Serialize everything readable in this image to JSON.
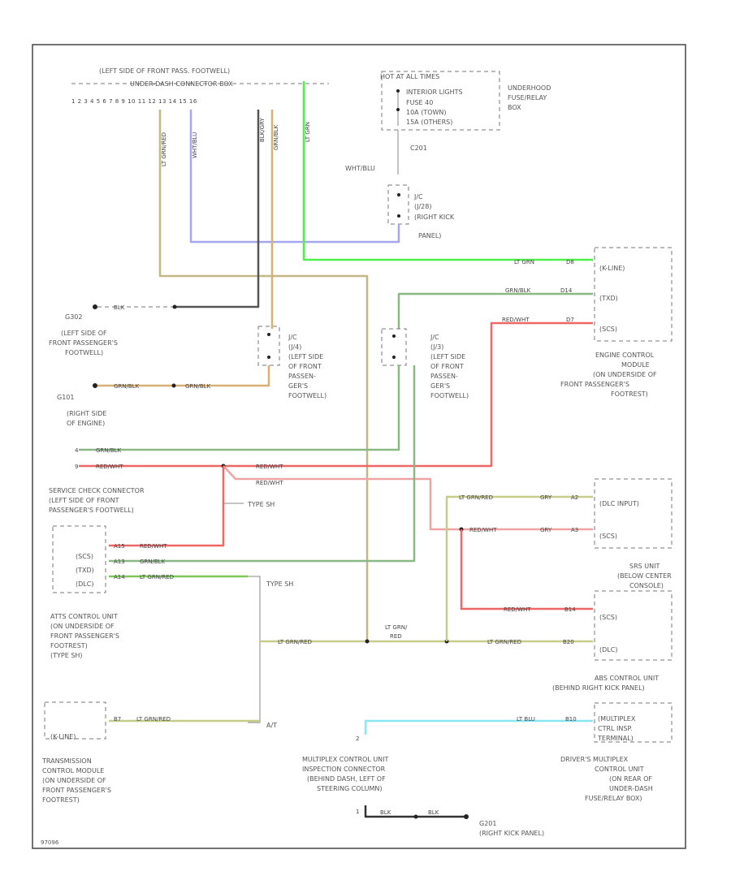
{
  "labels": {
    "left_fusebox_top": "(LEFT SIDE OF FRONT PASS. FOOTWELL)",
    "under_dash_connector": "UNDER-DASH CONNECTOR BOX",
    "pins": "1 2 3 4 5 6 7 8 9 10 11 12 13 14 15 16",
    "hot_at_all_times": "HOT AT ALL TIMES",
    "fuse_line1": "INTERIOR LIGHTS",
    "fuse_line2": "FUSE 40",
    "fuse_line3": "10A (TOWN)",
    "fuse_line4": "15A (OTHERS)",
    "fusebox_l1": "UNDERHOOD",
    "fusebox_l2": "FUSE/RELAY",
    "fusebox_l3": "BOX",
    "c201": "C201",
    "wht_blu": "WHT/BLU",
    "jc_right_l1": "J/C",
    "jc_right_l2": "(J/28)",
    "jc_right_l3": "(RIGHT KICK",
    "jc_right_l4": "PANEL)",
    "wire_lt_grn_ecm": "LT GRN",
    "pin_ecm_1": "D8",
    "wire_grn_blk_ecm": "GRN/BLK",
    "pin_ecm_2": "D14",
    "wire_red_wht_ecm": "RED/WHT",
    "pin_ecm_3": "D7",
    "ecm_pin_a": "(K-LINE)",
    "ecm_pin_b": "(TXD)",
    "ecm_pin_c": "(SCS)",
    "ecm_l1": "ENGINE CONTROL",
    "ecm_l2": "MODULE",
    "ecm_l3": "(ON UNDERSIDE OF",
    "ecm_l4": "FRONT PASSENGER'S",
    "ecm_l5": "FOOTREST)",
    "g302": "G302",
    "wire_blk": "BLK",
    "g302_l1": "(LEFT SIDE OF",
    "g302_l2": "FRONT PASSENGER'S",
    "g302_l3": "FOOTWELL)",
    "jc_a_l1": "J/C",
    "jc_a_l2": "(J/4)",
    "jc_a_l3": "(LEFT SIDE",
    "jc_a_l4": "OF FRONT",
    "jc_a_l5": "PASSEN-",
    "jc_a_l6": "GER'S",
    "jc_a_l7": "FOOTWELL)",
    "jc_b_l1": "J/C",
    "jc_b_l2": "(J/3)",
    "jc_b_l3": "(LEFT SIDE",
    "jc_b_l4": "OF FRONT",
    "jc_b_l5": "PASSEN-",
    "jc_b_l6": "GER'S",
    "jc_b_l7": "FOOTWELL)",
    "g101": "G101",
    "wire_grn_blk_g101a": "GRN/BLK",
    "wire_grn_blk_g101b": "GRN/BLK",
    "g101_l1": "(RIGHT SIDE",
    "g101_l2": "OF ENGINE)",
    "pin_scc_4": "4",
    "wire_grn_blk_scc": "GRN/BLK",
    "pin_scc_9": "9",
    "wire_red_wht_scc": "RED/WHT",
    "wire_red_wht_mid1": "RED/WHT",
    "wire_red_wht_mid2": "RED/WHT",
    "scc_l1": "SERVICE CHECK CONNECTOR",
    "scc_l2": "(LEFT SIDE OF FRONT",
    "scc_l3": "PASSENGER'S FOOTWELL)",
    "type_sh_1": "TYPE SH",
    "atts_pin_a": "(SCS)",
    "atts_pin_b": "(TXD)",
    "atts_pin_c": "(DLC)",
    "atts_pa": "A15",
    "atts_pb": "A13",
    "atts_pc": "A14",
    "wire_red_wht_atts": "RED/WHT",
    "wire_grn_blk_atts": "GRN/BLK",
    "wire_ltgrn_red_atts": "LT GRN/RED",
    "type_sh_2": "TYPE SH",
    "atts_l1": "ATTS CONTROL UNIT",
    "atts_l2": "(ON UNDERSIDE OF",
    "atts_l3": "FRONT PASSENGER'S",
    "atts_l4": "FOOTREST)",
    "atts_l5": "(TYPE SH)",
    "wire_ltgrn_red_bus": "LT GRN/RED",
    "wire_ltgrn_red_mid_l1": "LT GRN/",
    "wire_ltgrn_red_mid_l2": "RED",
    "wire_ltgrn_red_abs": "LT GRN/RED",
    "pin_abs_b20": "B20",
    "wire_ltgrn_red_srs": "LT GRN/RED",
    "wire_gry_srs_1": "GRY",
    "pin_srs_a2": "A2",
    "wire_red_wht_srs": "RED/WHT",
    "wire_gry_srs_2": "GRY",
    "pin_srs_a3": "A3",
    "srs_pin_a": "(DLC INPUT)",
    "srs_pin_b": "(SCS)",
    "srs_l1": "SRS UNIT",
    "srs_l2": "(BELOW CENTER",
    "srs_l3": "CONSOLE)",
    "wire_red_wht_abs": "RED/WHT",
    "pin_abs_b14": "B14",
    "abs_pin_a": "(SCS)",
    "abs_pin_b": "(DLC)",
    "abs_l1": "ABS CONTROL UNIT",
    "abs_l2": "(BEHIND RIGHT KICK PANEL)",
    "tcm_pin": "(K-LINE)",
    "pin_tcm": "B7",
    "wire_ltgrn_red_tcm": "LT GRN/RED",
    "at_label": "A/T",
    "tcm_l1": "TRANSMISSION",
    "tcm_l2": "CONTROL MODULE",
    "tcm_l3": "(ON UNDERSIDE OF",
    "tcm_l4": "FRONT PASSENGER'S",
    "tcm_l5": "FOOTREST)",
    "mcu_pin2": "2",
    "mcu_pin1": "1",
    "wire_blk_g201a": "BLK",
    "wire_blk_g201b": "BLK",
    "mcu_l1": "MULTIPLEX CONTROL UNIT",
    "mcu_l2": "INSPECTION CONNECTOR",
    "mcu_l3": "(BEHIND DASH, LEFT OF",
    "mcu_l4": "STEERING COLUMN)",
    "g201": "G201",
    "g201_l1": "(RIGHT KICK PANEL)",
    "wire_lt_blu": "LT BLU",
    "pin_dmcu": "B10",
    "dmcu_pin_l1": "(MULTIPLEX",
    "dmcu_pin_l2": "CTRL INSP.",
    "dmcu_pin_l3": "TERMINAL)",
    "dmcu_l1": "DRIVER'S MULTIPLEX",
    "dmcu_l2": "CONTROL UNIT",
    "dmcu_l3": "(ON REAR OF",
    "dmcu_l4": "UNDER-DASH",
    "dmcu_l5": "FUSE/RELAY BOX)",
    "wire_vt_ltgrn_red": "LT GRN/RED",
    "wire_vt_wht_blu": "WHT/BLU",
    "wire_vt_blk_gry": "BLK/GRY",
    "wire_vt_grn_blk": "GRN/BLK",
    "wire_vt_lt_grn": "LT GRN",
    "page_id": "97096"
  }
}
